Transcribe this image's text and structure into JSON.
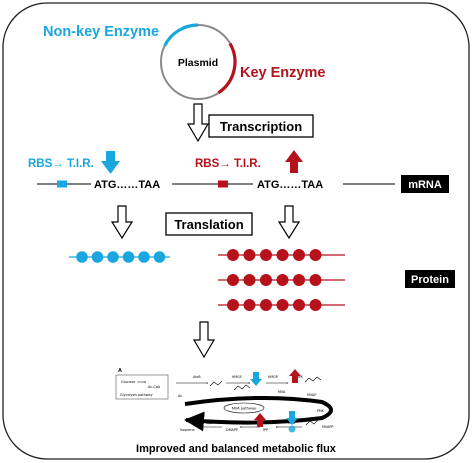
{
  "labels": {
    "non_key": "Non-key Enzyme",
    "plasmid": "Plasmid",
    "key": "Key Enzyme",
    "transcription": "Transcription",
    "translation": "Translation",
    "rbs_left": "RBS→ T.I.R.",
    "rbs_right": "RBS→ T.I.R.",
    "seq_left": "ATG……TAA",
    "seq_right": "ATG……TAA",
    "mrna": "mRNA",
    "protein": "Protein",
    "result": "Improved and balanced metabolic flux"
  },
  "pathway": {
    "panel": "A",
    "glucose": "Glucose",
    "acetyl_coa": "Ac-CoA",
    "glycolysis": "Glycolysis pathway",
    "ac_coa2": "Ac",
    "mva": "MVA pathway",
    "mva_label": "MVA",
    "mvap": "MVAP",
    "mvapp": "MVAPP",
    "ipp": "IPP",
    "dmapp": "DMAPP",
    "isoprene": "Isoprene",
    "idi": "IDI",
    "ispS": "IspS",
    "mvad": "MVD",
    "mvk": "MVK",
    "pmk": "PMK",
    "hmgs": "HMGS",
    "hmgr": "HMGR",
    "atoB": "AtoB"
  },
  "colors": {
    "cyan": "#1aa7df",
    "red": "#b5121b",
    "black": "#000000"
  },
  "proteins": {
    "blue_beads": 6,
    "red_chains": 3,
    "red_beads_per_chain": 6
  }
}
